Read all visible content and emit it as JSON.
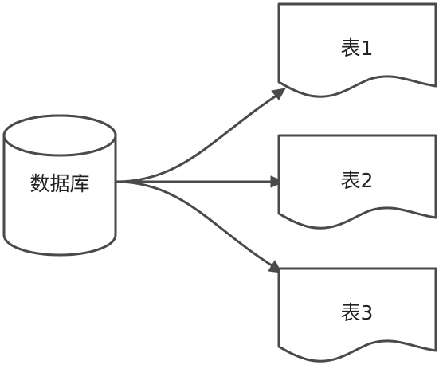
{
  "nodes": {
    "database": {
      "label": "数据库",
      "shape": "cylinder"
    },
    "table1": {
      "label": "表1",
      "shape": "document"
    },
    "table2": {
      "label": "表2",
      "shape": "document"
    },
    "table3": {
      "label": "表3",
      "shape": "document"
    }
  },
  "edges": [
    {
      "from": "database",
      "to": "table1"
    },
    {
      "from": "database",
      "to": "table2"
    },
    {
      "from": "database",
      "to": "table3"
    }
  ],
  "colors": {
    "stroke": "#4a4a4a",
    "fill": "#ffffff",
    "text": "#222222"
  }
}
